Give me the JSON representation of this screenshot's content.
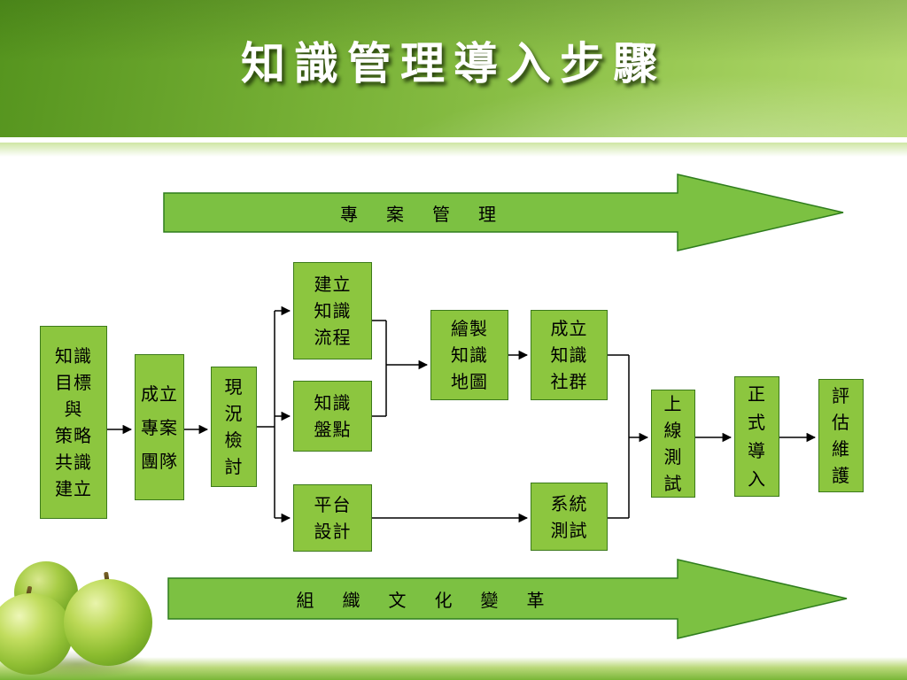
{
  "title": "知識管理導入步驟",
  "banners": {
    "top": "專　案　管　理",
    "bottom": "組　織　文　化　變　革"
  },
  "boxes": {
    "goal": {
      "text": "知識\n目標\n與\n策略\n共識\n建立"
    },
    "team": {
      "text": "成立\n專案\n團隊"
    },
    "review": {
      "text": "現\n況\n檢\n討"
    },
    "process": {
      "text": "建立\n知識\n流程"
    },
    "inventory": {
      "text": "知識\n盤點"
    },
    "platform": {
      "text": "平台\n設計"
    },
    "map": {
      "text": "繪製\n知識\n地圖"
    },
    "community": {
      "text": "成立\n知識\n社群"
    },
    "system_test": {
      "text": "系統\n測試"
    },
    "online_test": {
      "text": "上\n線\n測\n試"
    },
    "launch": {
      "text": "正\n式\n導\n入"
    },
    "maintain": {
      "text": "評\n估\n維\n護"
    }
  },
  "colors": {
    "banner_fill": "#7cc142",
    "banner_border": "#2f7d1d",
    "box_fill": "#8cc63f",
    "box_border": "#3c7a1a",
    "header_dark_green": "#55941e",
    "header_light_green": "#b3d96e",
    "title_color": "#ffffff",
    "diagram_text": "#000000"
  }
}
